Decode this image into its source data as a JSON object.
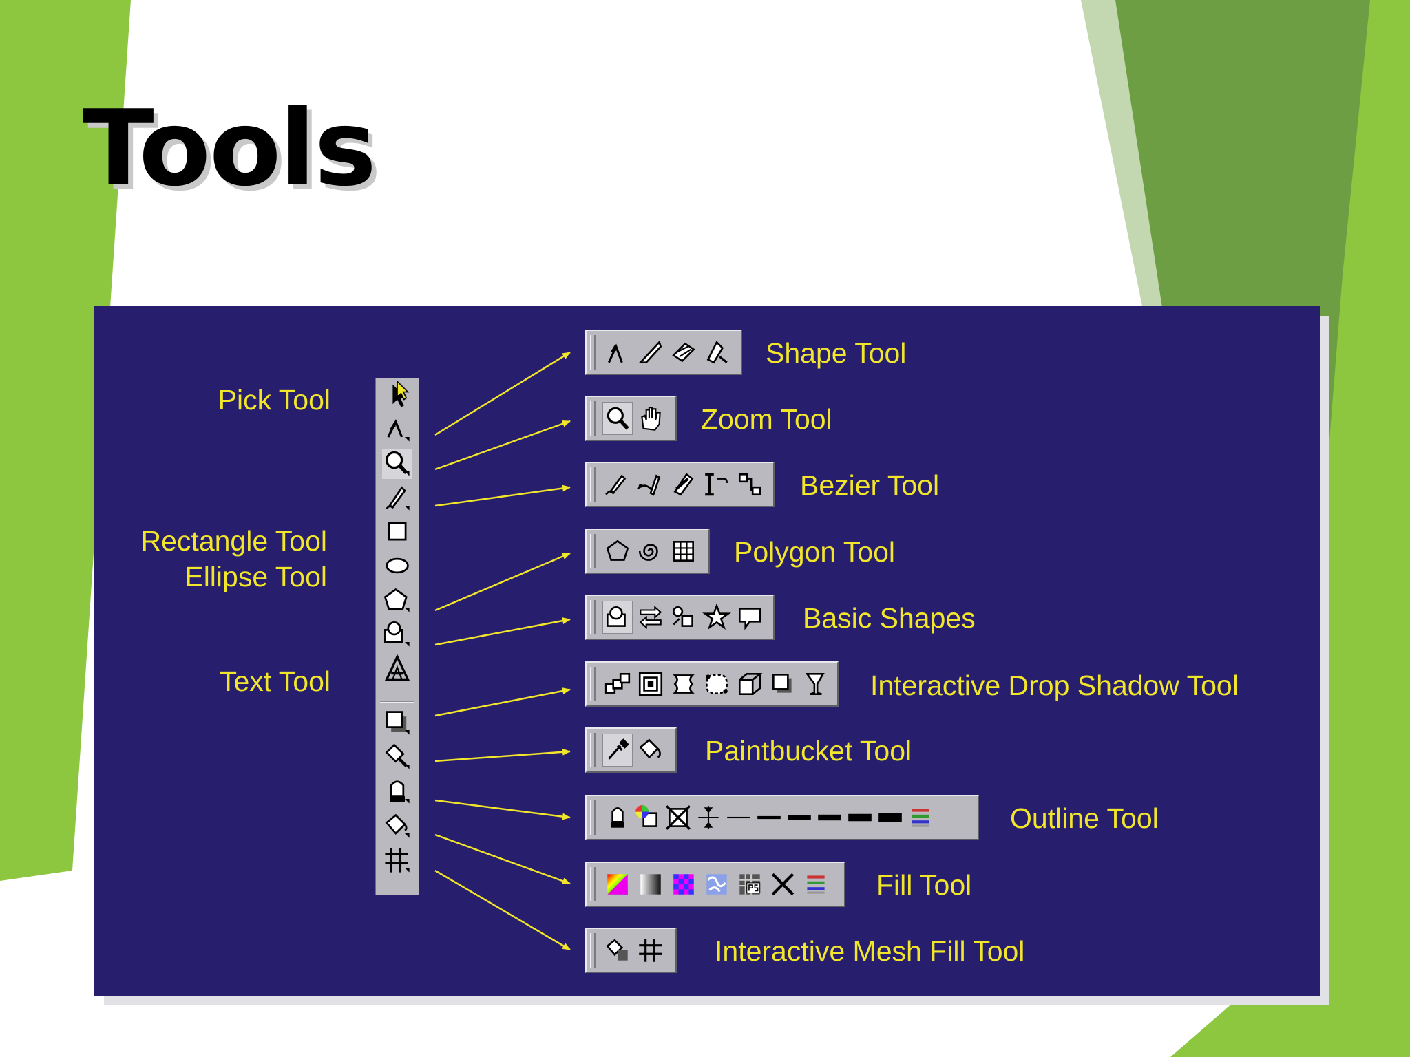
{
  "slide": {
    "title": "Tools"
  },
  "colors": {
    "green_light": "#8dc63f",
    "green_dark": "#6e9e44",
    "panel": "#271f6e",
    "label": "#f2e62a",
    "toolbar": "#b9b9bf"
  },
  "left_labels": {
    "pick": "Pick Tool",
    "rectangle": "Rectangle Tool",
    "ellipse": "Ellipse Tool",
    "text": "Text Tool"
  },
  "toolbox_icons": [
    "pick-arrow-icon",
    "shape-node-icon",
    "zoom-magnifier-icon",
    "freehand-pen-icon",
    "rectangle-icon",
    "ellipse-icon",
    "polygon-icon",
    "basic-shapes-icon",
    "text-a-icon",
    "drop-shadow-icon",
    "eyedropper-icon",
    "outline-pen-icon",
    "fill-bucket-icon",
    "mesh-fill-icon"
  ],
  "flyouts": [
    {
      "label": "Shape Tool",
      "icons": [
        "shape-node-icon",
        "knife-icon",
        "eraser-icon",
        "smudge-icon"
      ]
    },
    {
      "label": "Zoom Tool",
      "icons": [
        "zoom-magnifier-icon",
        "hand-pan-icon"
      ]
    },
    {
      "label": "Bezier Tool",
      "icons": [
        "freehand-icon",
        "bezier-icon",
        "artistic-media-icon",
        "dimension-icon",
        "connector-icon"
      ]
    },
    {
      "label": "Polygon Tool",
      "icons": [
        "polygon-icon",
        "spiral-icon",
        "graph-paper-icon"
      ]
    },
    {
      "label": "Basic Shapes",
      "icons": [
        "basic-shapes-icon",
        "arrow-shapes-icon",
        "flowchart-icon",
        "star-icon",
        "callout-icon"
      ]
    },
    {
      "label": "Interactive Drop Shadow Tool",
      "icons": [
        "blend-icon",
        "contour-icon",
        "distort-icon",
        "envelope-icon",
        "extrude-icon",
        "drop-shadow-icon",
        "transparency-icon"
      ]
    },
    {
      "label": "Paintbucket Tool",
      "icons": [
        "eyedropper-icon",
        "paintbucket-icon"
      ]
    },
    {
      "label": "Outline Tool",
      "icons": [
        "outline-pen-icon",
        "outline-color-icon",
        "no-outline-icon",
        "hairline-icon",
        "line-w1-icon",
        "line-w2-icon",
        "line-w3-icon",
        "line-w4-icon",
        "line-w5-icon",
        "line-w6-icon",
        "color-docker-icon"
      ]
    },
    {
      "label": "Fill Tool",
      "icons": [
        "color-fill-icon",
        "gradient-fill-icon",
        "pattern-fill-icon",
        "texture-fill-icon",
        "postscript-fill-icon",
        "no-fill-icon",
        "color-docker-icon"
      ]
    },
    {
      "label": "Interactive Mesh Fill Tool",
      "icons": [
        "interactive-fill-icon",
        "mesh-fill-icon"
      ]
    }
  ]
}
